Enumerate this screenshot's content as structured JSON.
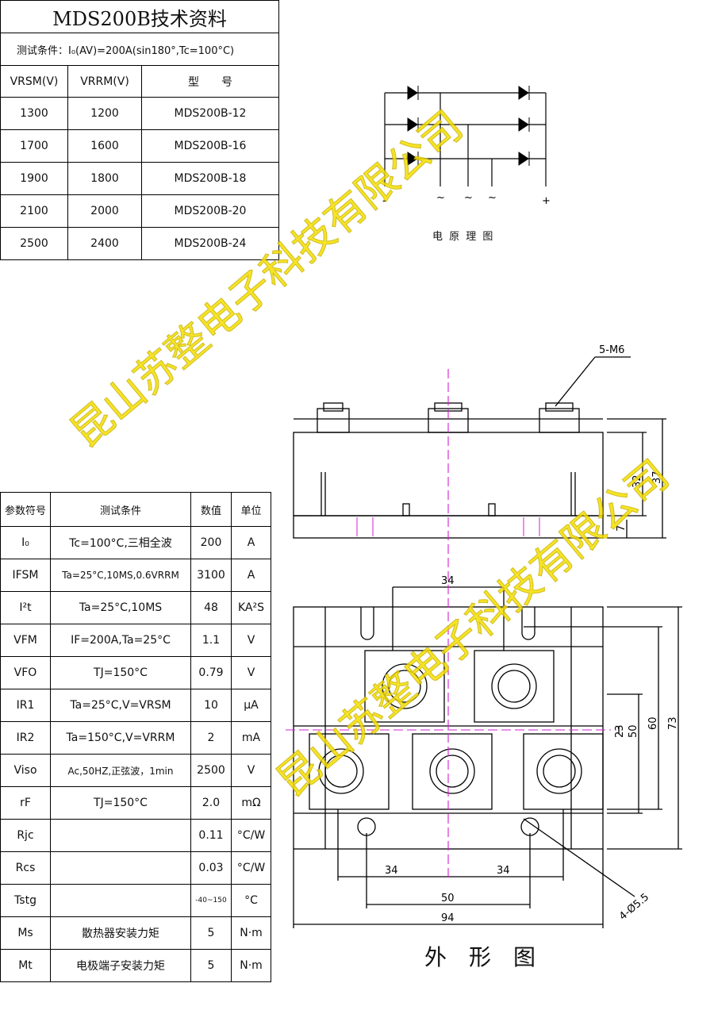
{
  "spec_table": {
    "title": "MDS200B技术资料",
    "condition": "测试条件：I₀(AV)=200A(sin180°,Tc=100°C)",
    "headers": [
      "VRSM(V)",
      "VRRM(V)",
      "型　　号"
    ],
    "rows": [
      [
        "1300",
        "1200",
        "MDS200B-12"
      ],
      [
        "1700",
        "1600",
        "MDS200B-16"
      ],
      [
        "1900",
        "1800",
        "MDS200B-18"
      ],
      [
        "2100",
        "2000",
        "MDS200B-20"
      ],
      [
        "2500",
        "2400",
        "MDS200B-24"
      ]
    ]
  },
  "circuit": {
    "caption": "电 原 理 图",
    "labels": [
      "-",
      "~",
      "~",
      "~",
      "+"
    ]
  },
  "param_table": {
    "headers": [
      "参数符号",
      "测试条件",
      "数值",
      "单位"
    ],
    "rows": [
      [
        "I₀",
        "Tc=100°C,三相全波",
        "200",
        "A"
      ],
      [
        "IFSM",
        "Ta=25°C,10MS,0.6VRRM",
        "3100",
        "A"
      ],
      [
        "I²t",
        "Ta=25°C,10MS",
        "48",
        "KA²S"
      ],
      [
        "VFM",
        "IF=200A,Ta=25°C",
        "1.1",
        "V"
      ],
      [
        "VFO",
        "TJ=150°C",
        "0.79",
        "V"
      ],
      [
        "IR1",
        "Ta=25°C,V=VRSM",
        "10",
        "μA"
      ],
      [
        "IR2",
        "Ta=150°C,V=VRRM",
        "2",
        "mA"
      ],
      [
        "Viso",
        "Ac,50HZ,正弦波，1min",
        "2500",
        "V"
      ],
      [
        "rF",
        "TJ=150°C",
        "2.0",
        "mΩ"
      ],
      [
        "Rjc",
        "",
        "0.11",
        "°C/W"
      ],
      [
        "Rcs",
        "",
        "0.03",
        "°C/W"
      ],
      [
        "Tstg",
        "",
        "-40~150",
        "°C"
      ],
      [
        "Ms",
        "散热器安装力矩",
        "5",
        "N·m"
      ],
      [
        "Mt",
        "电极端子安装力矩",
        "5",
        "N·m"
      ]
    ]
  },
  "drawing": {
    "caption": "外　形　图",
    "dims": {
      "screw": "5-M6",
      "height_32": "32",
      "height_37": "37",
      "height_7": "7",
      "top_34": "34",
      "bottom_34_left": "34",
      "bottom_34_right": "34",
      "width_50": "50",
      "width_94": "94",
      "side_23": "23",
      "side_50": "50",
      "side_60": "60",
      "side_73": "73",
      "hole": "4-Ø5.5"
    }
  },
  "watermark": {
    "line1": "昆山苏整电子科技有限公司",
    "line2": "昆山苏整电子科技有限公司"
  },
  "colors": {
    "watermark": "#f5e000",
    "centerline": "#d020d0"
  }
}
